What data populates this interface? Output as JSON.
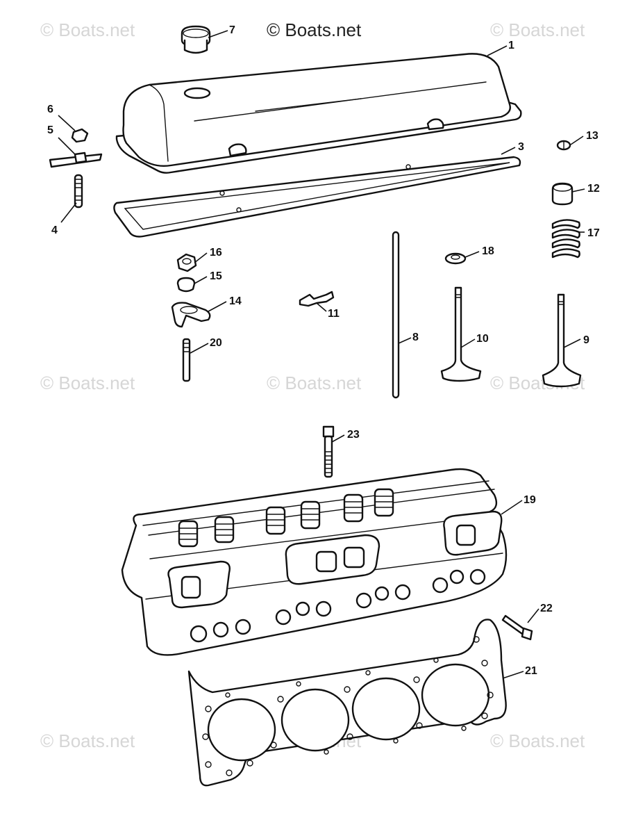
{
  "copyright_title": "© Boats.net",
  "watermarks": [
    "© Boats.net",
    "© Boats.net",
    "© Boats.net",
    "© Boats.net",
    "© Boats.net",
    "© Boats.net",
    "© Boats.net",
    "© Boats.net"
  ],
  "callouts": [
    "1",
    "3",
    "4",
    "5",
    "6",
    "7",
    "8",
    "9",
    "10",
    "11",
    "12",
    "13",
    "14",
    "15",
    "16",
    "17",
    "18",
    "19",
    "20",
    "21",
    "22",
    "23"
  ],
  "colors": {
    "ink": "#111111",
    "watermark": "#d6d6d6",
    "background": "#ffffff"
  }
}
